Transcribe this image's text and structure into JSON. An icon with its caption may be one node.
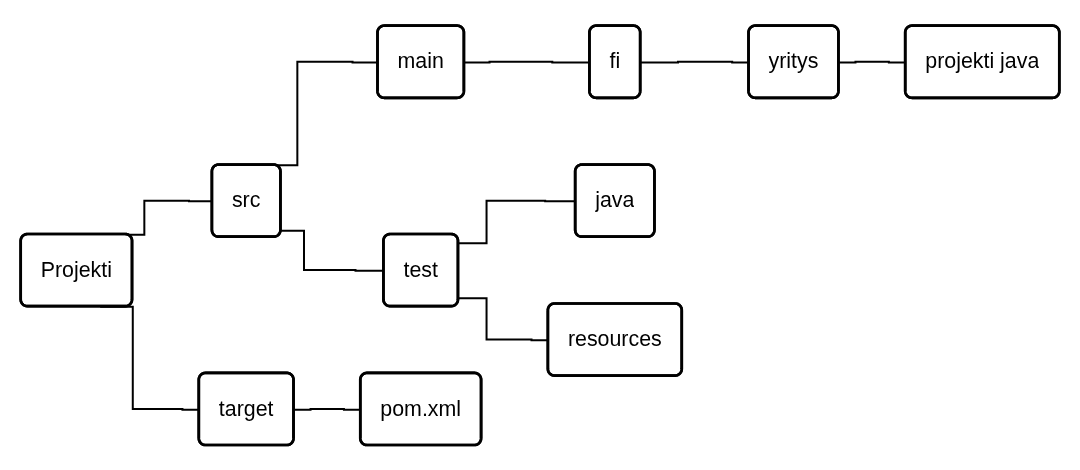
{
  "diagram": {
    "nodes": [
      {
        "text": [
          "Projekti"
        ]
      },
      {
        "text": [
          "src"
        ]
      },
      {
        "text": [
          "main"
        ]
      },
      {
        "text": [
          "fi"
        ]
      },
      {
        "text": [
          "yritys"
        ]
      },
      {
        "text": [
          "projekti java"
        ]
      },
      {
        "text": [
          "test"
        ]
      },
      {
        "text": [
          "java"
        ]
      },
      {
        "text": [
          "resources"
        ]
      },
      {
        "text": [
          "target"
        ]
      },
      {
        "text": [
          "pom.xml"
        ]
      }
    ],
    "edges": [
      {
        "from": 0,
        "to": 1,
        "arrow": "none"
      },
      {
        "from": 1,
        "to": 2,
        "arrow": "none"
      },
      {
        "from": 2,
        "to": 3,
        "arrow": "none"
      },
      {
        "from": 3,
        "to": 4,
        "arrow": "none"
      },
      {
        "from": 4,
        "to": 5,
        "arrow": "none"
      },
      {
        "from": 1,
        "to": 6,
        "arrow": "none"
      },
      {
        "from": 6,
        "to": 7,
        "arrow": "none"
      },
      {
        "from": 6,
        "to": 8,
        "arrow": "none"
      },
      {
        "from": 0,
        "to": 9,
        "arrow": "none"
      },
      {
        "from": 9,
        "to": 10,
        "arrow": "none"
      }
    ]
  }
}
